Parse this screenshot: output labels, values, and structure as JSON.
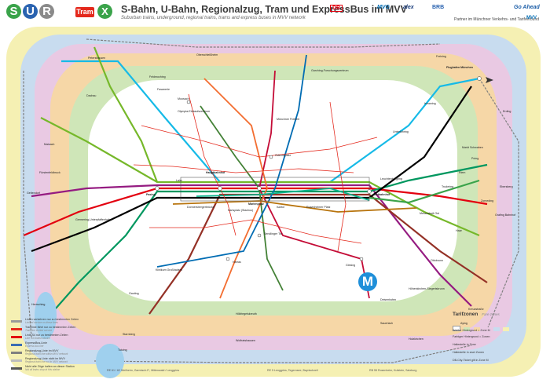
{
  "header": {
    "logo_letters": [
      "S",
      "U",
      "R"
    ],
    "logo_colors": [
      "#3aa34a",
      "#2a63b0",
      "#8a8a8a"
    ],
    "tram_label": "Tram",
    "x_label": "X",
    "title": "S-Bahn, U-Bahn, Regionalzug, Tram und ExpressBus im MVV",
    "subtitle": "Suburban trains, underground, regional trains, trams and express buses in MVV network",
    "partner_text": "Partner im Münchner Verkehrs- und Tarifverbund",
    "operators": [
      "DB",
      "MVG",
      "alex",
      "BRB",
      "Go Ahead",
      "MVV"
    ]
  },
  "map": {
    "badge_letter": "M",
    "stations": {
      "petershausen": "Petershausen",
      "freising": "Freising",
      "airport": "Flughafen München",
      "markt_schwaben": "Markt Schwaben",
      "erding": "Erding",
      "ebersberg": "Ebersberg",
      "grafing": "Grafing Bahnhof",
      "kreuzstrasse": "Kreuzstraße",
      "holzkirchen": "Holzkirchen",
      "wolfratshausen": "Wolfratshausen",
      "tutzing": "Tutzing",
      "herrsching": "Herrsching",
      "geltendorf": "Geltendorf",
      "maisach": "Maisach",
      "dachau": "Dachau",
      "pasing": "Pasing",
      "hauptbahnhof": "Hauptbahnhof",
      "marienplatz": "Marienplatz",
      "ostbahnhof": "Ostbahnhof",
      "garching": "Garching-Forschungszentrum",
      "klinikum": "Klinikum Großhadern",
      "messestadt": "Messestadt Ost",
      "olympia": "Olympia-Einkaufszentrum",
      "moosach": "Moosach",
      "sendlinger": "Sendlinger Tor",
      "odeonsplatz": "Odeonsplatz",
      "muenchner_freiheit": "Münchner Freiheit",
      "harras": "Harras",
      "giesing": "Giesing",
      "leuchtenbergring": "Leuchtenbergring",
      "unterfoehring": "Unterföhring",
      "deisenhofen": "Deisenhofen",
      "starnberg": "Starnberg",
      "gauting": "Gauting",
      "fuerstenfeldbruck": "Fürstenfeldbruck",
      "germering": "Germering-Unterpfaffenhofen",
      "laim": "Laim",
      "donnersberger": "Donnersbergerbrücke",
      "hackerbruecke": "Hackerbrücke",
      "karlsplatz": "Karlsplatz (Stachus)",
      "isartor": "Isartor",
      "rosenheimer": "Rosenheimer Platz",
      "trudering": "Trudering",
      "riem": "Riem",
      "feldmoching": "Feldmoching",
      "oberschleissheim": "Oberschleißheim",
      "ismaning": "Ismaning",
      "poing": "Poing",
      "haar": "Haar",
      "zorneding": "Zorneding",
      "ottobrunn": "Ottobrunn",
      "hoehenkirchen": "Höhenkirchen-Siegertsbrunn",
      "aying": "Aying",
      "sauerlach": "Sauerlach",
      "hoellriegelskreuth": "Höllriegelskreuth",
      "fasanerie": "Fasanerie"
    }
  },
  "legend": {
    "rows": [
      {
        "label": "Linien verkehren nur zu bestimmten Zeiten",
        "sub": "Limited service on these lines",
        "color": "#9a9a9a"
      },
      {
        "label": "Tramlinie fährt nur zu bestimmten Zeiten",
        "sub": "Tram line limited service",
        "color": "#e4281c"
      },
      {
        "label": "Linie S4 nur zu bestimmten Zeiten",
        "sub": "Line S4 limited service",
        "color": "#e3000f"
      },
      {
        "label": "ExpressBus-Linie",
        "sub": "Express bus line",
        "color": "#3b6db3"
      },
      {
        "label": "Regionalzug-Linie im MVV",
        "sub": "Regional train line within MVV network",
        "color": "#7f7f7f"
      },
      {
        "label": "Regionalzug-Linie nicht im MVV",
        "sub": "Regional train line not in MVV network",
        "color": "#bdbdbd"
      },
      {
        "label": "Nicht alle Züge halten an dieser Station",
        "sub": "Not all trains stop at this station",
        "color": "#555555"
      }
    ]
  },
  "zones": {
    "title": "Tarifzonen",
    "subtitle": "Fare zones",
    "rows": [
      "Weißer Hintergrund = Zone M",
      "Farbiger Hintergrund = Zonen",
      "Haltestelle in Zone",
      "Haltestelle in zwei Zonen",
      "DB-City-Ticket gilt in Zone M"
    ],
    "colors": [
      "#ffffff",
      "#cfe6b8",
      "#f6d7a7",
      "#e9c9e3",
      "#c8dcef",
      "#f5f0b3"
    ]
  },
  "bottom_notes": {
    "left": "RE 61 / 62 Weilheim, Garmisch-P., Mittenwald / Lenggries",
    "center": "RE 5 Lenggries, Tegernsee, Bayrischzell",
    "right": "RB 55 Rosenheim, Kufstein, Salzburg"
  },
  "colors": {
    "s_line": "#3aa34a",
    "u_line": "#2a63b0",
    "tram": "#e4281c",
    "s1": "#16bae7",
    "s2": "#76b82a",
    "s3": "#951b81",
    "s4": "#e3000f",
    "s6": "#00975f",
    "s7": "#943126",
    "s8": "#000000",
    "u1": "#438136",
    "u2": "#c40c37",
    "u3": "#f36e31",
    "u4": "#0ab38d",
    "u5": "#b8740e",
    "u6": "#006cb3"
  }
}
